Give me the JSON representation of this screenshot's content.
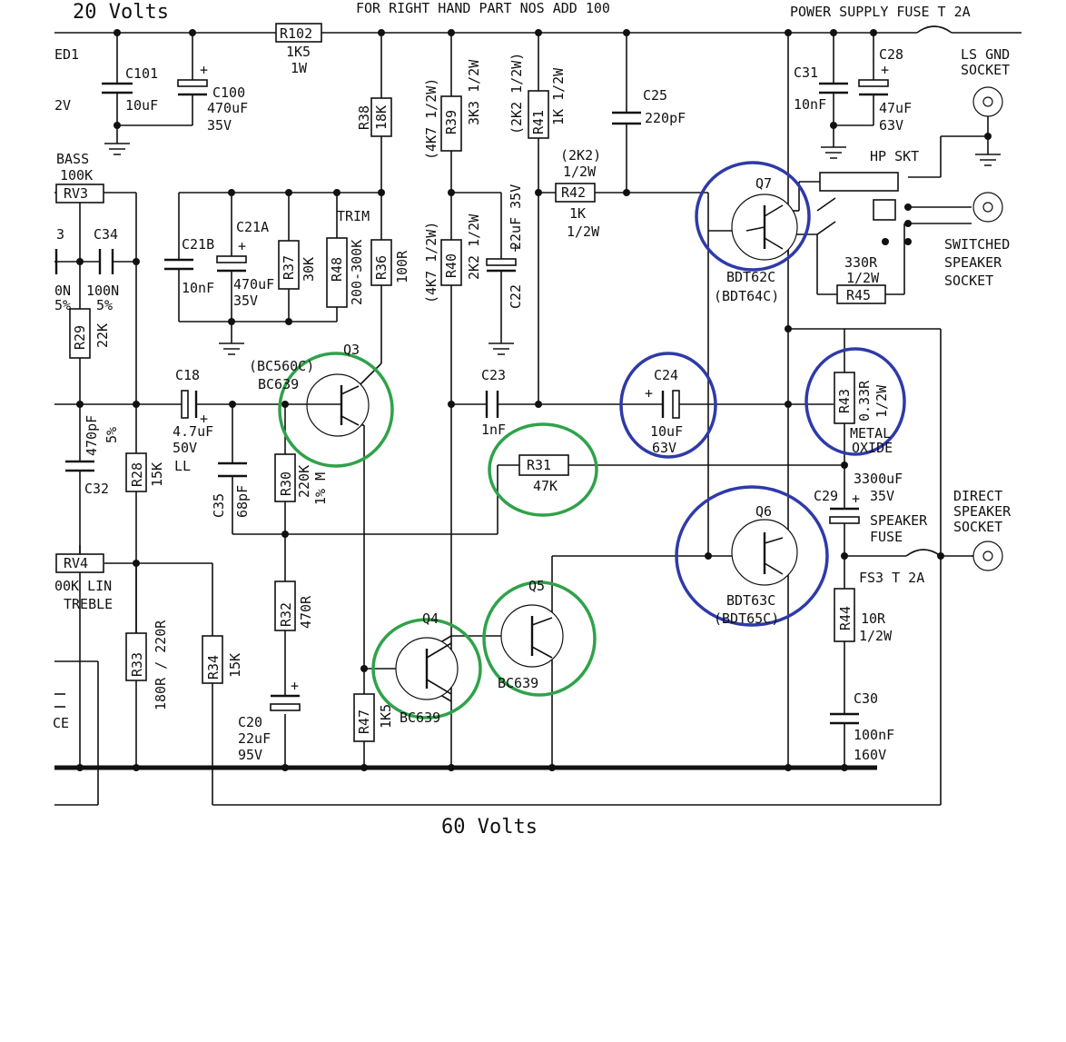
{
  "header": {
    "volts_top": "20 Volts",
    "right_hand_note": "FOR RIGHT HAND PART NOS ADD 100",
    "psu_fuse": "POWER SUPPLY FUSE  T 2A",
    "volts_bottom_partial": "60 Volts"
  },
  "components": {
    "ed1": "ED1",
    "ed1_val": "2V",
    "r102": {
      "ref": "R102",
      "v1": "1K5",
      "v2": "1W"
    },
    "c101": {
      "ref": "C101",
      "v1": "10uF"
    },
    "c100": {
      "ref": "C100",
      "v1": "470uF",
      "v2": "35V"
    },
    "rv3": {
      "ref": "RV3",
      "t1": "BASS",
      "t2": "100K"
    },
    "c33_frag": "3",
    "c33_vals": [
      "0N",
      "5%"
    ],
    "c34": {
      "ref": "C34",
      "v1": "100N",
      "v2": "5%"
    },
    "r29": {
      "ref": "R29",
      "v1": "22K"
    },
    "c32": {
      "ref": "C32",
      "v1": "470pF",
      "v2": "5%"
    },
    "c21b": {
      "ref": "C21B",
      "v1": "10nF"
    },
    "c21a": {
      "ref": "C21A",
      "v1": "470uF",
      "v2": "35V"
    },
    "r37": {
      "ref": "R37",
      "v1": "30K"
    },
    "r48": {
      "ref": "R48",
      "v1": "200-300K",
      "t1": "TRIM"
    },
    "r36": {
      "ref": "R36",
      "v1": "100R"
    },
    "r38": {
      "ref": "R38",
      "v1": "18K"
    },
    "r39": {
      "ref": "R39",
      "v1": "3K3 1/2W",
      "v2": "(4K7 1/2W)"
    },
    "r40": {
      "ref": "R40",
      "v1": "2K2 1/2W",
      "v2": "(4K7 1/2W)"
    },
    "r41": {
      "ref": "R41",
      "v1": "1K 1/2W",
      "v2": "(2K2 1/2W)"
    },
    "c22": {
      "ref": "C22",
      "v1": "22uF 35V"
    },
    "r42": {
      "ref": "R42",
      "v0": "(2K2)",
      "v1": "1/2W",
      "v2": "1K",
      "v3": "1/2W"
    },
    "c25": {
      "ref": "C25",
      "v1": "220pF"
    },
    "c31": {
      "ref": "C31",
      "v1": "10nF"
    },
    "c28": {
      "ref": "C28",
      "v1": "47uF",
      "v2": "63V"
    },
    "ls_gnd": [
      "LS GND",
      "SOCKET"
    ],
    "hp_skt": "HP SKT",
    "switched": [
      "SWITCHED",
      "SPEAKER",
      "SOCKET"
    ],
    "q7": {
      "ref": "Q7",
      "v1": "BDT62C",
      "v2": "(BDT64C)"
    },
    "r45": {
      "ref": "R45",
      "v1": "330R",
      "v2": "1/2W"
    },
    "q3": {
      "ref": "Q3",
      "v1": "(BC560C)",
      "v2": "BC639"
    },
    "c18": {
      "ref": "C18",
      "v1": "4.7uF",
      "v2": "50V",
      "v3": "LL"
    },
    "c23": {
      "ref": "C23",
      "v1": "1nF"
    },
    "c24": {
      "ref": "C24",
      "v1": "10uF",
      "v2": "63V"
    },
    "r43": {
      "ref": "R43",
      "v1": "0.33R",
      "v2": "1/2W",
      "t1": "METAL",
      "t2": "OXIDE"
    },
    "r31": {
      "ref": "R31",
      "v1": "47K"
    },
    "c29": {
      "ref": "C29",
      "v1": "3300uF",
      "v2": "35V"
    },
    "spk_fuse": [
      "SPEAKER",
      "FUSE"
    ],
    "fs3": "FS3 T 2A",
    "direct": [
      "DIRECT",
      "SPEAKER",
      "SOCKET"
    ],
    "r28": {
      "ref": "R28",
      "v1": "15K"
    },
    "c35": {
      "ref": "C35",
      "v1": "68pF"
    },
    "r30": {
      "ref": "R30",
      "v1": "220K",
      "v2": "1% M"
    },
    "q6": {
      "ref": "Q6",
      "v1": "BDT63C",
      "v2": "(BDT65C)"
    },
    "rv4": {
      "ref": "RV4",
      "t1": "00K LIN",
      "t2": "TREBLE"
    },
    "r33": {
      "ref": "R33",
      "v1": "180R / 220R"
    },
    "r34": {
      "ref": "R34",
      "v1": "15K"
    },
    "r32": {
      "ref": "R32",
      "v1": "470R"
    },
    "q4": {
      "ref": "Q4",
      "v1": "BC639"
    },
    "q5": {
      "ref": "Q5",
      "v1": "BC639"
    },
    "c20": {
      "ref": "C20",
      "v1": "22uF",
      "v2": "95V"
    },
    "r47": {
      "ref": "R47",
      "v1": "1K5"
    },
    "r44": {
      "ref": "R44",
      "v1": "10R",
      "v2": "1/2W"
    },
    "c30": {
      "ref": "C30",
      "v1": "100nF",
      "v2": "160V"
    },
    "left_frag": "CE",
    "plus": "+"
  },
  "colors": {
    "highlight_blue": "#2f3aa8",
    "highlight_green": "#2fa24a",
    "ink": "#111111"
  }
}
